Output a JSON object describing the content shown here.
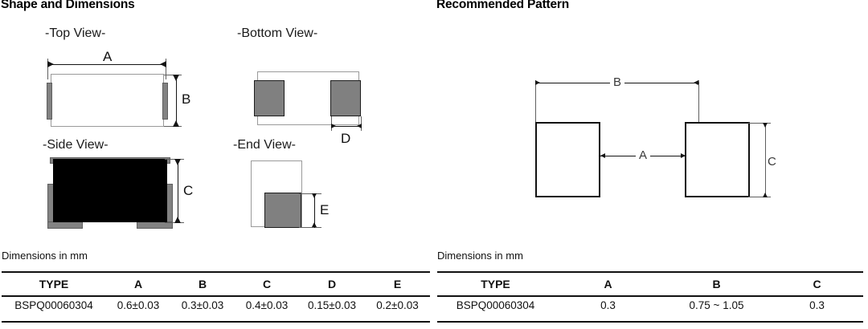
{
  "left_panel": {
    "title": "Shape and Dimensions",
    "views": {
      "top": "-Top View-",
      "bottom": "-Bottom View-",
      "side": "-Side View-",
      "end": "-End View-"
    },
    "dimension_labels": {
      "A": "A",
      "B": "B",
      "C": "C",
      "D": "D",
      "E": "E"
    },
    "note": "Dimensions in mm",
    "table": {
      "headers": [
        "TYPE",
        "A",
        "B",
        "C",
        "D",
        "E"
      ],
      "rows": [
        [
          "BSPQ00060304",
          "0.6±0.03",
          "0.3±0.03",
          "0.4±0.03",
          "0.15±0.03",
          "0.2±0.03"
        ]
      ]
    }
  },
  "right_panel": {
    "title": "Recommended Pattern",
    "dimension_labels": {
      "A": "A",
      "B": "B",
      "C": "C"
    },
    "note": "Dimensions in mm",
    "table": {
      "headers": [
        "TYPE",
        "A",
        "B",
        "C"
      ],
      "rows": [
        [
          "BSPQ00060304",
          "0.3",
          "0.75 ~ 1.05",
          "0.3"
        ]
      ]
    }
  },
  "colors": {
    "terminal_gray": "#808080",
    "body_black": "#000000",
    "outline_light": "#9a9a9a",
    "outline_dark": "#111111"
  }
}
